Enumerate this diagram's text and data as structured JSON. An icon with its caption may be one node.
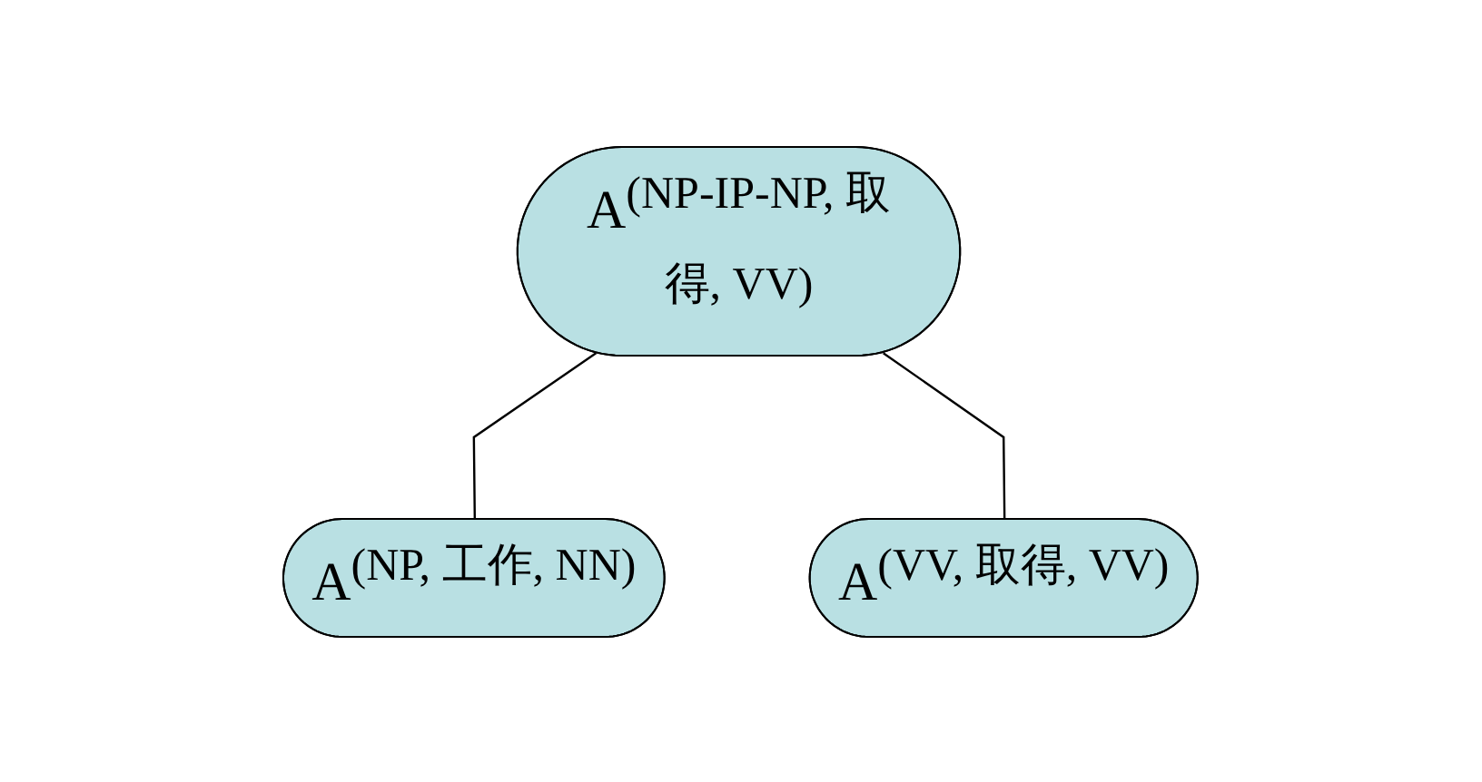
{
  "diagram": {
    "nodes": [
      {
        "text": [
          "A$^{(NP-IP-NP, 取得, VV)}$"
        ]
      },
      {
        "text": [
          "A$^{(NP, 工作, NN)}$"
        ]
      },
      {
        "text": [
          "A$^{(VV, 取得, VV)}$"
        ]
      }
    ],
    "edges": [
      {
        "from": 0,
        "to": 1,
        "arrow": "none"
      },
      {
        "from": 0,
        "to": 2,
        "arrow": "none"
      }
    ]
  }
}
